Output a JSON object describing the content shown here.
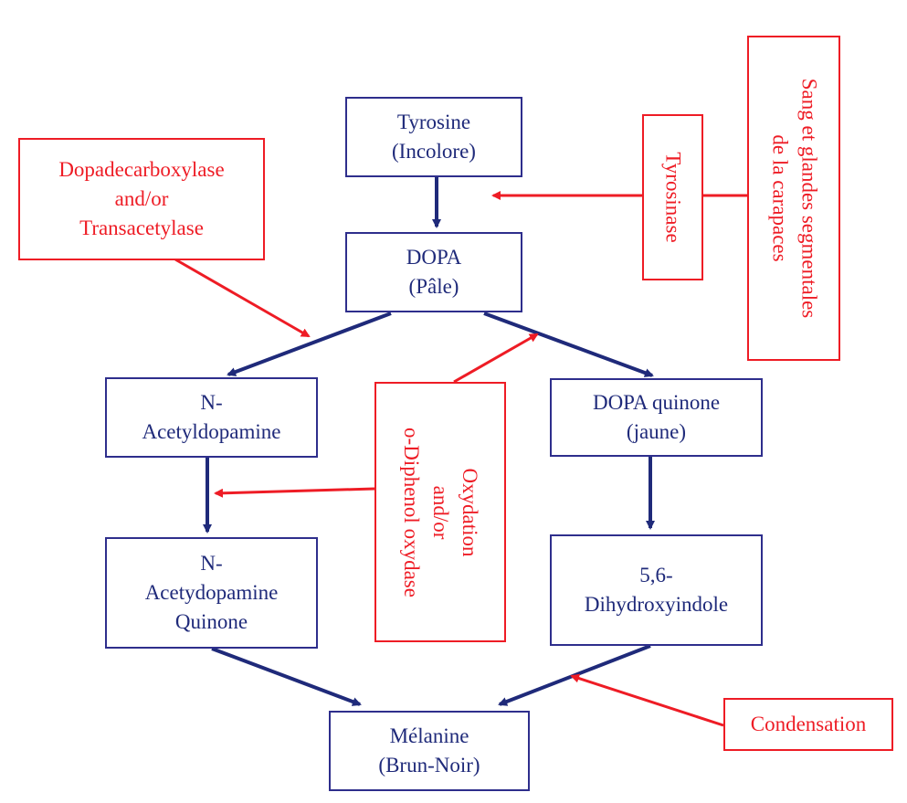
{
  "nodes": {
    "tyrosine": {
      "lines": [
        "Tyrosine",
        "(Incolore)"
      ]
    },
    "dopa": {
      "lines": [
        "DOPA",
        "(Pâle)"
      ]
    },
    "n_acetyldopamine": {
      "lines": [
        "N-",
        "Acetyldopamine"
      ]
    },
    "dopa_quinone": {
      "lines": [
        "DOPA quinone",
        "(jaune)"
      ]
    },
    "n_acetydopamine_quinone": {
      "lines": [
        "N-",
        "Acetydopamine",
        "Quinone"
      ]
    },
    "dihydroxyindole": {
      "lines": [
        "5,6-",
        "Dihydroxyindole"
      ]
    },
    "melanine": {
      "lines": [
        "Mélanine",
        "(Brun-Noir)"
      ]
    }
  },
  "enzymes": {
    "dopadecarboxylase": {
      "lines": [
        "Dopadecarboxylase",
        "and/or",
        "Transacetylase"
      ]
    },
    "tyrosinase": {
      "lines": [
        "Tyrosinase"
      ]
    },
    "sang": {
      "lines": [
        "Sang et glandes segmentales",
        "de la carapaces"
      ]
    },
    "oxydation": {
      "lines": [
        "Oxydation",
        "and/or",
        "o-Diphenol oxydase"
      ]
    },
    "condensation": {
      "lines": [
        "Condensation"
      ]
    }
  },
  "colors": {
    "pathway": "#1f2a7a",
    "enzyme": "#ee1c25"
  }
}
